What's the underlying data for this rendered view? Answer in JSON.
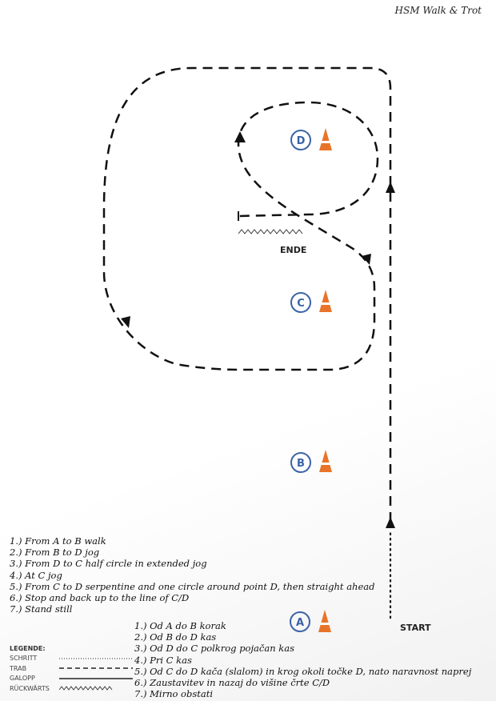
{
  "header": {
    "title": "HSM Walk & Trot"
  },
  "markers": [
    {
      "letter": "D"
    },
    {
      "letter": "C"
    },
    {
      "letter": "B"
    },
    {
      "letter": "A"
    }
  ],
  "labels": {
    "start": "START",
    "end": "ENDE"
  },
  "instructions_en": [
    "1.) From A to B walk",
    "2.) From B to D jog",
    "3.) From D to C half circle in extended jog",
    "4.) At C jog",
    "5.) From C to D serpentine and one circle around point D, then straight ahead",
    "6.) Stop and back up to the line of C/D",
    "7.) Stand still"
  ],
  "instructions_sl": [
    "1.) Od A do B korak",
    "2.) Od B do D kas",
    "3.) Od D do C polkrog pojačan kas",
    "4.) Pri C kas",
    "5.) Od C do D kača (slalom) in krog okoli točke D, nato naravnost naprej",
    "6.) Zaustavitev in nazaj do višine črte C/D",
    "7.) Mirno obstati"
  ],
  "legend": {
    "title": "LEGENDE:",
    "items": [
      "SCHRITT",
      "TRAB",
      "GALOPP",
      "RÜCKWÄRTS"
    ]
  },
  "colors": {
    "marker": "#3a63a8",
    "cone": "#e8742a",
    "line": "#111111"
  }
}
